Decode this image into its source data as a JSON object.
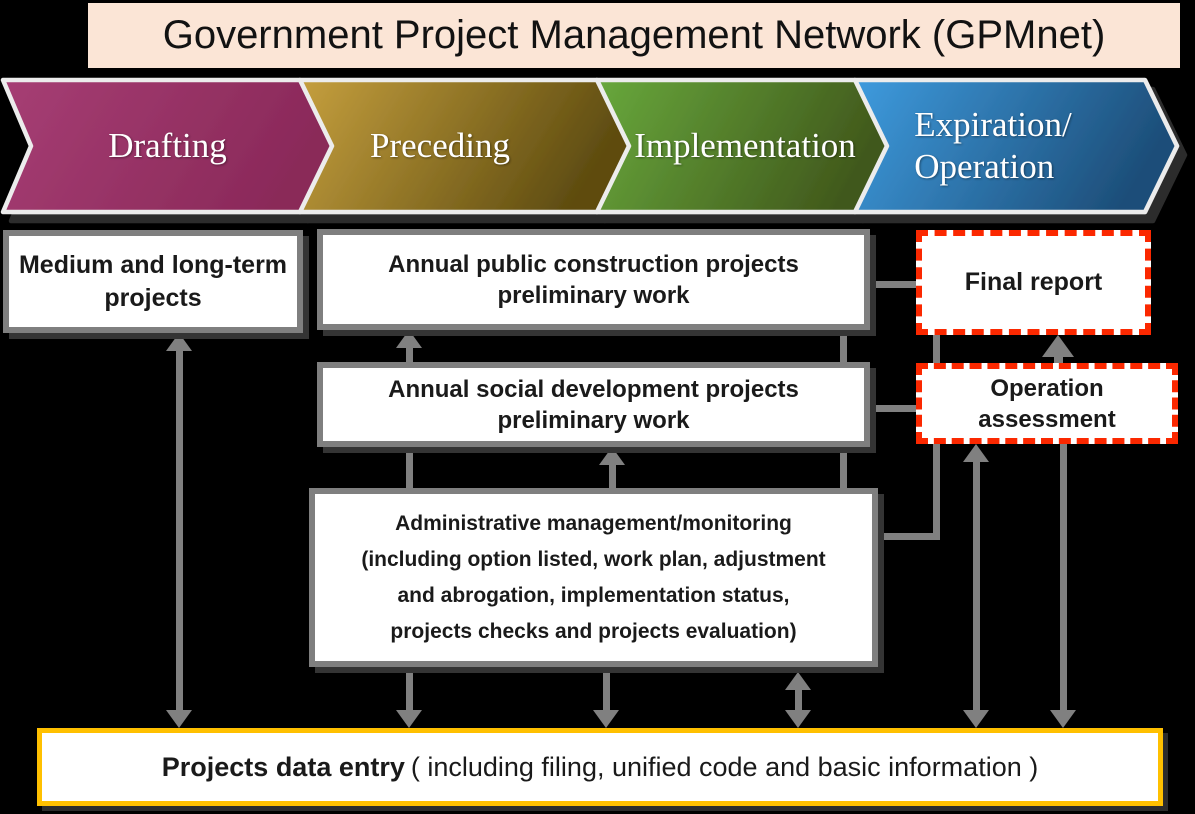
{
  "title": "Government Project Management Network (GPMnet)",
  "stages": [
    {
      "label_lines": [
        "Drafting"
      ],
      "colors": [
        "#A63E74",
        "#8A2959"
      ]
    },
    {
      "label_lines": [
        "Preceding"
      ],
      "colors": [
        "#C59F3E",
        "#5E4C10"
      ]
    },
    {
      "label_lines": [
        "Implementation"
      ],
      "colors": [
        "#68A83C",
        "#41591C"
      ]
    },
    {
      "label_lines": [
        "Expiration/",
        "Operation"
      ],
      "colors": [
        "#3E9BDE",
        "#1D4E79"
      ]
    }
  ],
  "boxes": {
    "medium_long_term": {
      "lines": [
        "Medium and long-term",
        "projects"
      ]
    },
    "public_construction": {
      "lines": [
        "Annual public construction projects",
        "preliminary work"
      ]
    },
    "social_development": {
      "lines": [
        "Annual social development projects",
        "preliminary work"
      ]
    },
    "admin_monitoring": {
      "lines": [
        "Administrative management/monitoring",
        "(including option listed, work plan, adjustment",
        "and abrogation, implementation status,",
        "projects checks and projects evaluation)"
      ]
    },
    "final_report": {
      "lines": [
        "Final report"
      ]
    },
    "operation_assessment": {
      "lines": [
        "Operation",
        "assessment"
      ]
    }
  },
  "bottom_bar": {
    "title": "Projects data entry",
    "detail": "( including filing, unified code and basic information )"
  },
  "colors": {
    "background": "#000000",
    "title_bg": "#FBE5D6",
    "box_border_gray": "#7F7F7F",
    "connector_gray": "#808080",
    "dashed_red": "#FB2800",
    "bar_border_orange": "#FFC000",
    "chevron_outline": "#ECECEC",
    "text_dark": "#1A1A1A"
  },
  "connections": [
    {
      "from": "projects-data-entry",
      "to": "medium-long-term",
      "style": "double-arrow"
    },
    {
      "from": "administrative-monitoring",
      "to": "annual-public-construction",
      "style": "arrow"
    },
    {
      "from": "administrative-monitoring",
      "to": "annual-social-development",
      "style": "arrow"
    },
    {
      "from": "annual-public-construction",
      "to": "administrative-monitoring",
      "style": "line"
    },
    {
      "from": "annual-public-construction",
      "to": "annual-social-development",
      "style": "line"
    },
    {
      "from": "administrative-monitoring",
      "to": "projects-data-entry",
      "style": "arrow"
    },
    {
      "from": "administrative-monitoring",
      "to": "projects-data-entry",
      "style": "arrow"
    },
    {
      "from": "administrative-monitoring",
      "to": "projects-data-entry",
      "style": "double-arrow"
    },
    {
      "from": "operation-assessment",
      "to": "projects-data-entry",
      "style": "double-arrow"
    },
    {
      "from": "operation-assessment",
      "to": "projects-data-entry",
      "style": "arrow"
    },
    {
      "from": "operation-assessment",
      "to": "final-report",
      "style": "arrow"
    },
    {
      "from": "administrative-monitoring",
      "to": "final-report",
      "style": "elbow-line"
    },
    {
      "from": "annual-public-construction",
      "to": "final-report",
      "style": "line"
    },
    {
      "from": "annual-social-development",
      "to": "operation-assessment",
      "style": "line"
    }
  ]
}
